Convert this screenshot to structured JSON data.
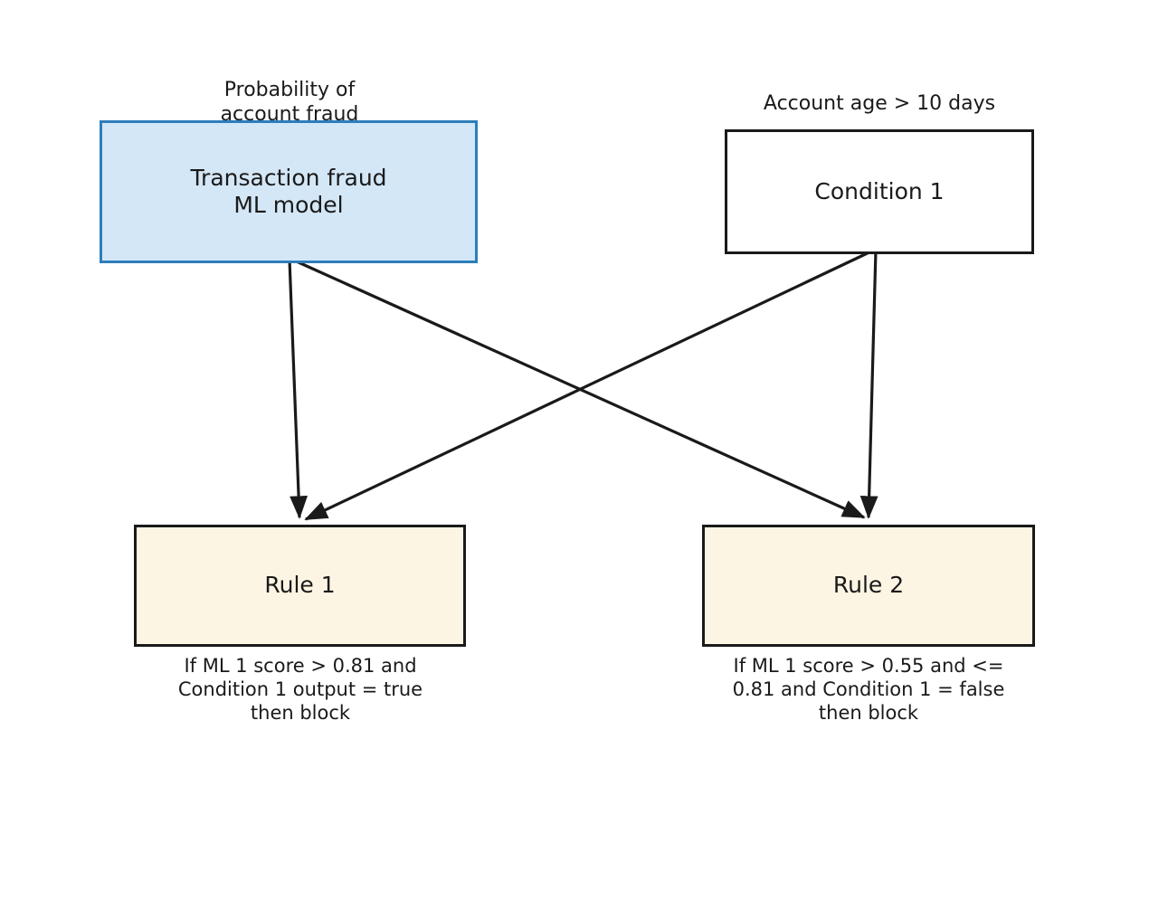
{
  "diagram": {
    "title": "Fraud detection rules diagram",
    "type": "flowchart",
    "background_color": "#ffffff",
    "colors": {
      "ml_fill": "#d4e7f7",
      "ml_border": "#2e7ebb",
      "condition_fill": "#ffffff",
      "condition_border": "#1a1a1a",
      "rule_fill": "#fdf5e3",
      "rule_border": "#1a1a1a",
      "edge": "#1a1a1a",
      "text": "#1a1a1a"
    }
  },
  "nodes": {
    "ml_model": {
      "label": "Transaction fraud\nML model",
      "output_label": "Probability of\naccount fraud",
      "kind": "ml-model"
    },
    "condition_1": {
      "label": "Condition 1",
      "output_label": "Account age > 10 days",
      "kind": "condition"
    },
    "rule_1": {
      "label": "Rule 1",
      "caption": "If ML 1 score > 0.81 and\nCondition 1 output = true\nthen block",
      "kind": "rule"
    },
    "rule_2": {
      "label": "Rule 2",
      "caption": "If ML 1 score > 0.55 and <=\n0.81 and Condition 1 = false\nthen block",
      "kind": "rule"
    }
  },
  "edges": [
    {
      "from": "ml_model",
      "to": "rule_1",
      "arrow": true
    },
    {
      "from": "ml_model",
      "to": "rule_2",
      "arrow": true
    },
    {
      "from": "condition_1",
      "to": "rule_1",
      "arrow": true
    },
    {
      "from": "condition_1",
      "to": "rule_2",
      "arrow": true
    }
  ]
}
